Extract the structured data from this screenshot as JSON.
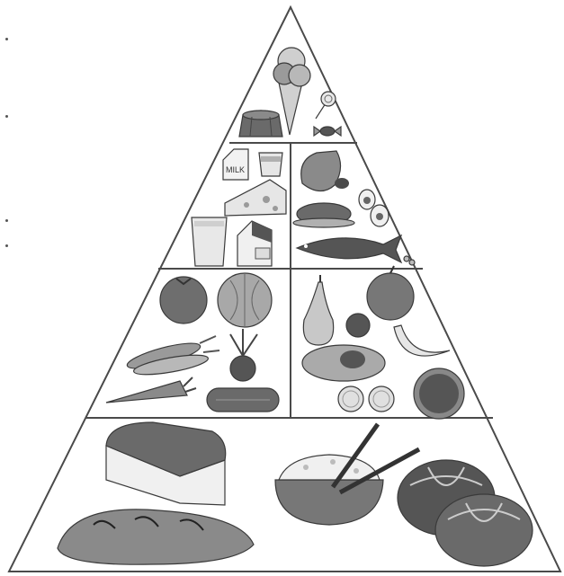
{
  "diagram": {
    "kind": "food-pyramid",
    "text_labels": [],
    "levels": [
      {
        "id": "top",
        "contents": [
          "gelatin-dessert",
          "ice-cream-cone",
          "lollipop",
          "wrapped-candy"
        ]
      },
      {
        "id": "protein-dairy",
        "left": [
          "milk-carton",
          "yogurt-cup",
          "cheese-wedge",
          "glass-of-milk",
          "small-milk-carton"
        ],
        "right": [
          "ham",
          "roast-chicken",
          "eggs",
          "fish",
          "nuts"
        ]
      },
      {
        "id": "fruit-vegetables",
        "left": [
          "tomato",
          "cabbage",
          "corn",
          "radish",
          "carrot",
          "zucchini"
        ],
        "right": [
          "pear",
          "plum",
          "apple",
          "banana",
          "avocado",
          "citrus-slices",
          "grapefruit"
        ]
      },
      {
        "id": "grains",
        "contents": [
          "bread-loaf",
          "baguette",
          "rice-bowl",
          "chopsticks",
          "bread-rolls"
        ]
      }
    ],
    "colors": {
      "outline": "#4a4a4a",
      "light": "#e6e6e6",
      "mid": "#a8a8a8",
      "dark": "#6a6a6a",
      "background": "#ffffff"
    }
  }
}
